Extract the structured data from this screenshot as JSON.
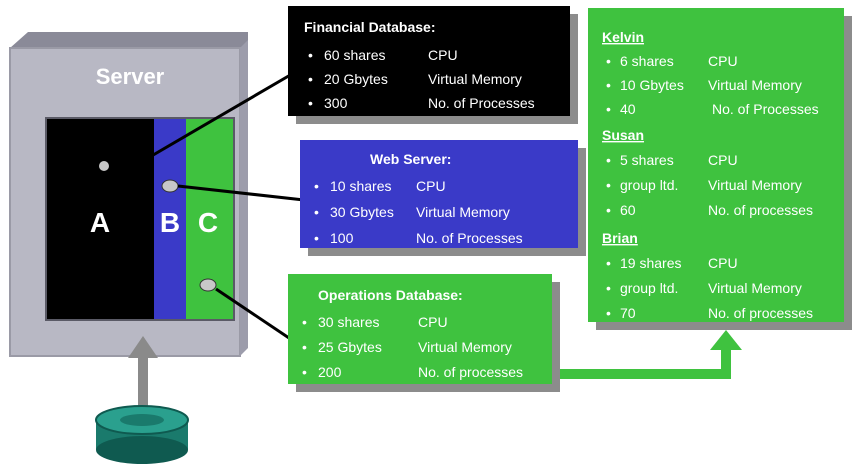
{
  "server": {
    "title": "Server",
    "partitions": [
      "A",
      "B",
      "C"
    ]
  },
  "financial_db": {
    "title": "Financial Database:",
    "rows": [
      {
        "value": "60 shares",
        "label": "CPU"
      },
      {
        "value": "20 Gbytes",
        "label": "Virtual Memory"
      },
      {
        "value": "300",
        "label": "No. of Processes"
      }
    ]
  },
  "web_server": {
    "title": "Web Server:",
    "rows": [
      {
        "value": "10 shares",
        "label": "CPU"
      },
      {
        "value": "30 Gbytes",
        "label": "Virtual Memory"
      },
      {
        "value": "100",
        "label": "No. of Processes"
      }
    ]
  },
  "operations_db": {
    "title": "Operations Database:",
    "rows": [
      {
        "value": "30 shares",
        "label": "CPU"
      },
      {
        "value": "25 Gbytes",
        "label": "Virtual Memory"
      },
      {
        "value": "200",
        "label": "No. of processes"
      }
    ]
  },
  "users": [
    {
      "name": "Kelvin",
      "rows": [
        {
          "value": "6 shares",
          "label": "CPU"
        },
        {
          "value": "10 Gbytes",
          "label": "Virtual Memory"
        },
        {
          "value": "40",
          "label": "No. of Processes"
        }
      ]
    },
    {
      "name": "Susan",
      "rows": [
        {
          "value": "5 shares",
          "label": "CPU"
        },
        {
          "value": "group ltd.",
          "label": "Virtual Memory"
        },
        {
          "value": "60",
          "label": "No. of processes"
        }
      ]
    },
    {
      "name": "Brian",
      "rows": [
        {
          "value": "19 shares",
          "label": "CPU"
        },
        {
          "value": "group ltd.",
          "label": "Virtual Memory"
        },
        {
          "value": "70",
          "label": "No. of processes"
        }
      ]
    }
  ],
  "colors": {
    "black_box": "#000000",
    "blue_box": "#3a3ac8",
    "green_box": "#3fc23f",
    "server_fill": "#b8b8c4",
    "shadow": "#8c8c8c",
    "disk": "#1f8a7a"
  }
}
